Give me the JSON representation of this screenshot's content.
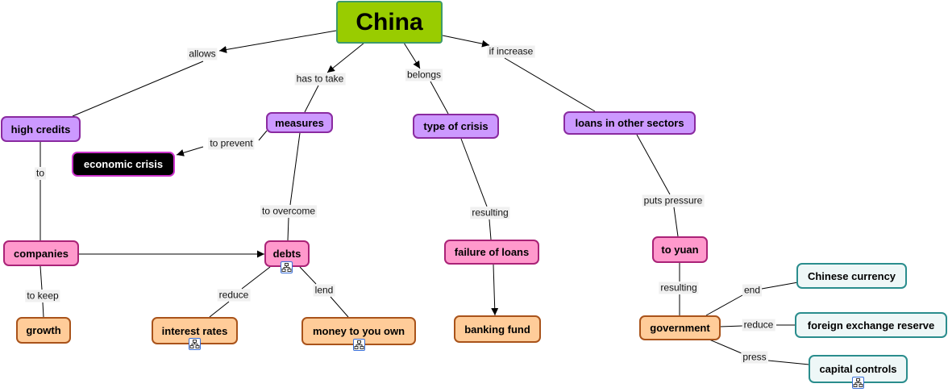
{
  "nodes": {
    "china": "China",
    "high_credits": "high credits",
    "measures": "measures",
    "type_of_crisis": "type of crisis",
    "loans_other_sectors": "loans in other sectors",
    "economic_crisis": "economic  crisis",
    "companies": "companies",
    "debts": "debts",
    "failure_of_loans": "failure of loans",
    "to_yuan": "to yuan",
    "growth": "growth",
    "interest_rates": "interest rates",
    "money_owed": "money to you own",
    "banking_fund": "banking fund",
    "government": "government",
    "chinese_currency": "Chinese currency",
    "fx_reserve": "foreign exchange reserve",
    "capital_controls": "capital controls"
  },
  "links": {
    "allows": "allows",
    "has_to_take": "has to take",
    "belongs": "belongs",
    "if_increase": "if increase",
    "to_prevent": "to prevent",
    "to": "to",
    "to_overcome": "to overcome",
    "resulting_loans": "resulting",
    "puts_pressure": "puts pressure",
    "to_keep": "to keep",
    "reduce_rates": "reduce",
    "lend": "lend",
    "resulting_gov": "resulting",
    "end": "end",
    "reduce_reserve": "reduce",
    "press": "press"
  },
  "colors": {
    "root_fill": "#99cc00",
    "concept_fill": "#cc99ff",
    "highlight_fill": "#000000",
    "effect_fill": "#ff99cc",
    "outcome_fill": "#ffcc99",
    "response_fill": "#eef7f7"
  },
  "icons": {
    "submap": "sub-map-icon"
  }
}
